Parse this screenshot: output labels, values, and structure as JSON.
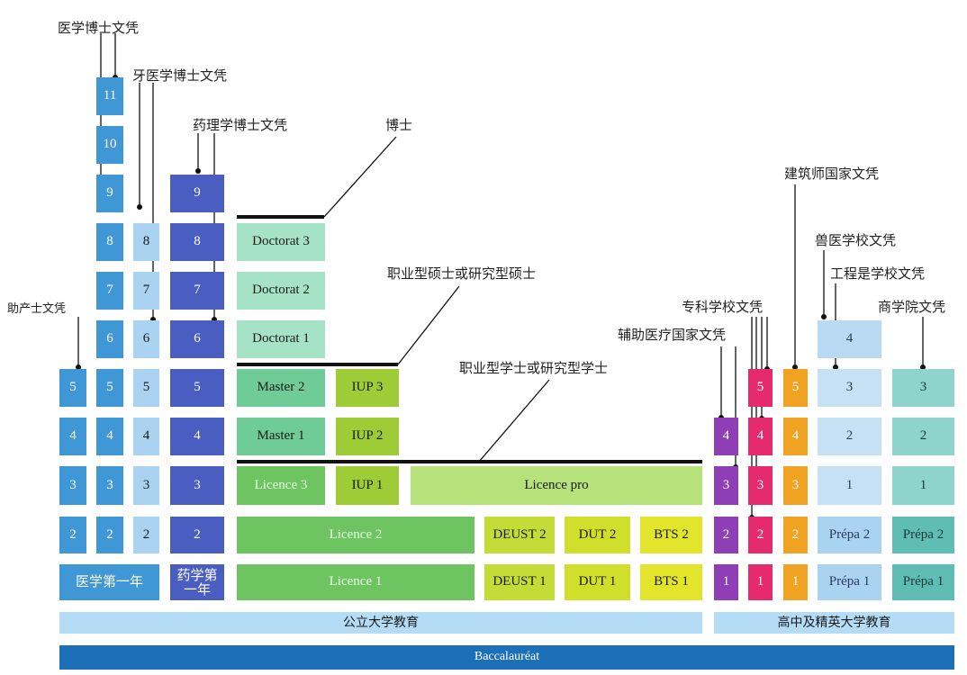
{
  "colors": {
    "med": "#3f97d6",
    "dent": "#a9d3f1",
    "pharm": "#4a5ec1",
    "doctorat": "#a6e3c6",
    "master": "#6fcc96",
    "iup": "#9dcc37",
    "licence": "#6ec461",
    "licence_pro": "#b7e17a",
    "deust": "#c3dc38",
    "dut": "#d0df2b",
    "bts": "#e2e52b",
    "paramed": "#8e3fb5",
    "specialty": "#e52b6d",
    "arch": "#f0a222",
    "vet": "#b9daf2",
    "eng": "#c6e1f3",
    "business": "#8ed3cc",
    "public_bar": "#b5dcf5",
    "bacc": "#1d6fb8"
  },
  "columns": {
    "midwife": [
      "2",
      "3",
      "4",
      "5"
    ],
    "medicine": [
      "2",
      "3",
      "4",
      "5",
      "6",
      "7",
      "8",
      "9",
      "10",
      "11"
    ],
    "dental": [
      "2",
      "3",
      "4",
      "5",
      "6",
      "7",
      "8"
    ],
    "pharmacy": [
      "2",
      "3",
      "4",
      "5",
      "6",
      "7",
      "8",
      "9"
    ],
    "medicine_first_year": "医学第一年",
    "pharmacy_first_year": "药学第一年",
    "paramedical": [
      "1",
      "2",
      "3",
      "4"
    ],
    "specialty_school": [
      "1",
      "2",
      "3",
      "4",
      "5"
    ],
    "architecture": [
      "1",
      "2",
      "3",
      "4",
      "5"
    ],
    "engineering_vet": [
      "Prépa 1",
      "Prépa 2",
      "1",
      "2",
      "3",
      "4"
    ],
    "business": [
      "Prépa 1",
      "Prépa 2",
      "1",
      "2",
      "3"
    ]
  },
  "university": {
    "licence_1": "Licence 1",
    "licence_2": "Licence 2",
    "licence_3": "Licence 3",
    "licence_pro": "Licence pro",
    "master_1": "Master 1",
    "master_2": "Master 2",
    "doctorat_1": "Doctorat 1",
    "doctorat_2": "Doctorat 2",
    "doctorat_3": "Doctorat 3",
    "iup_1": "IUP 1",
    "iup_2": "IUP 2",
    "iup_3": "IUP 3",
    "deust_1": "DEUST 1",
    "deust_2": "DEUST 2",
    "dut_1": "DUT 1",
    "dut_2": "DUT 2",
    "bts_1": "BTS 1",
    "bts_2": "BTS 2"
  },
  "bars": {
    "public": "公立大学教育",
    "elite": "高中及精英大学教育",
    "baccalaureat": "Baccalauréat"
  },
  "labels": {
    "medicine_doctor": "医学博士文凭",
    "dental_doctor": "牙医学博士文凭",
    "pharmacy_doctor": "药理学博士文凭",
    "doctor": "博士",
    "master": "职业型硕士或研究型硕士",
    "bachelor": "职业型学士或研究型学士",
    "midwife": "助产士文凭",
    "specialty_school": "专科学校文凭",
    "paramedical": "辅助医疗国家文凭",
    "architecture": "建筑师国家文凭",
    "veterinary": "兽医学校文凭",
    "engineering": "工程是学校文凭",
    "business": "商学院文凭"
  }
}
